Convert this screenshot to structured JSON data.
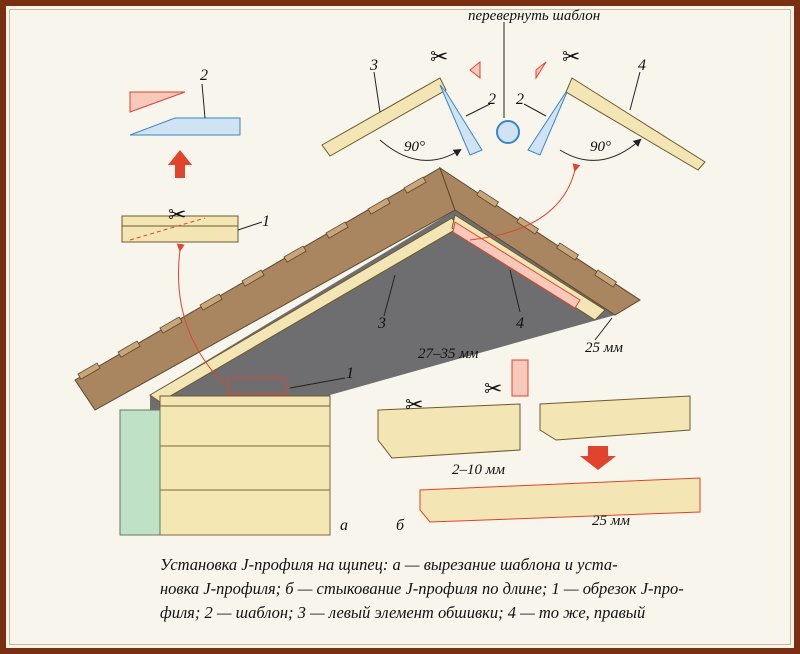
{
  "labels": {
    "flip_template": "перевернуть шаблон",
    "num_1_top": "1",
    "num_1_main": "1",
    "num_2_top": "2",
    "num_2_left": "2",
    "num_2_right": "2",
    "num_3_top": "3",
    "num_3_main": "3",
    "num_4_top": "4",
    "num_4_main": "4",
    "angle_left": "90°",
    "angle_right": "90°",
    "dim_25_roof": "25 мм",
    "dim_27_35": "27–35 мм",
    "dim_2_10": "2–10 мм",
    "dim_25_joint": "25 мм",
    "panel_a": "а",
    "panel_b": "б"
  },
  "caption": {
    "line1": "Установка J-профиля на щипец: а — вырезание шаблона и уста-",
    "line2": "новка J-профиля; б — стыкование J-профиля по длине; 1 — обрезок J-про-",
    "line3": "филя; 2 — шаблон; 3 — левый элемент обшивки; 4 — то же, правый"
  },
  "colors": {
    "profile": "#f3e6b4",
    "roof": "#a9865f",
    "gable_shadow": "#6e6e70",
    "wall": "#f5e7b3",
    "corner": "#bfe2c6",
    "red": "#e0442c",
    "template_blue": "#3a86c8"
  }
}
